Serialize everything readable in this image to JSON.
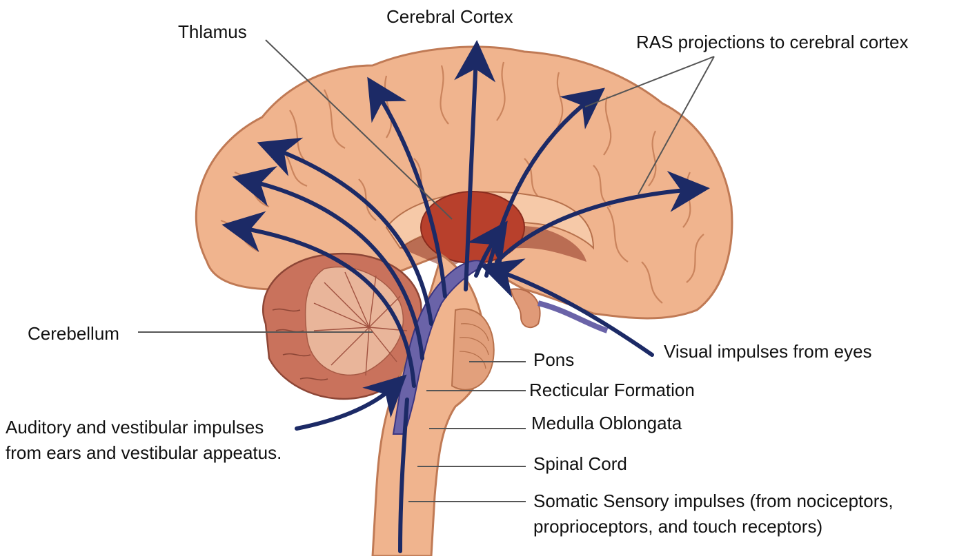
{
  "labels": {
    "cerebral_cortex": "Cerebral Cortex",
    "thalamus": "Thlamus",
    "ras_projections": "RAS projections to cerebral cortex",
    "cerebellum": "Cerebellum",
    "visual_impulses": "Visual impulses from eyes",
    "pons": "Pons",
    "reticular_formation": "Recticular Formation",
    "medulla": "Medulla Oblongata",
    "spinal_cord": "Spinal Cord",
    "somatic_line1": "Somatic Sensory impulses (from nociceptors,",
    "somatic_line2": "proprioceptors, and touch receptors)",
    "auditory_line1": "Auditory and vestibular impulses",
    "auditory_line2": "from ears and vestibular appeatus."
  },
  "colors": {
    "brain_fill": "#f0b48e",
    "brain_outline": "#c07a55",
    "thalamus": "#b8402c",
    "arrow": "#1c2a66",
    "pathway": "#6a63a8",
    "label_line": "#555555"
  }
}
